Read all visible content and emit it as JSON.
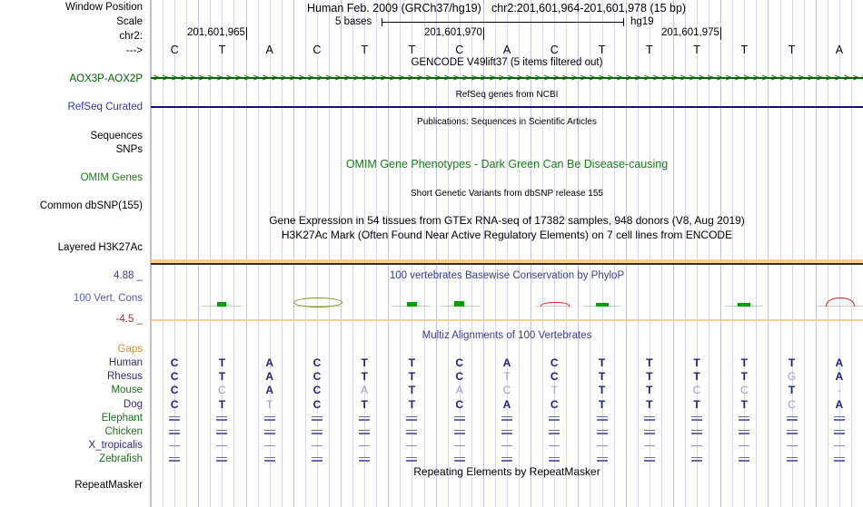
{
  "browser": {
    "assembly_title": "Human Feb. 2009 (GRCh37/hg19)",
    "position": "chr2:201,601,964-201,601,978 (15 bp)",
    "scale_label": "5 bases",
    "assembly_short": "hg19",
    "chrom_label": "chr2:",
    "strand_label": "--->",
    "window_position_label": "Window Position",
    "scale_row_label": "Scale"
  },
  "ruler": {
    "bases": [
      "C",
      "T",
      "A",
      "C",
      "T",
      "T",
      "C",
      "A",
      "C",
      "T",
      "T",
      "T",
      "T",
      "T",
      "A"
    ],
    "tick_labels": [
      "201,601,965",
      "201,601,970",
      "201,601,975"
    ],
    "tick_base_index": [
      1,
      6,
      11
    ]
  },
  "tracks": [
    {
      "name": "gencode",
      "label": "",
      "label_color": "#000000",
      "text": "GENCODE V49lift37 (5 items filtered out)",
      "text_color": "#000000",
      "text_size": 11.5
    },
    {
      "name": "aox3p-aox2p",
      "label": "AOX3P-AOX2P",
      "label_color": "#006400",
      "text": "",
      "text_color": "#006400",
      "text_size": 11.5
    },
    {
      "name": "refseq-ncbi",
      "label": "",
      "label_color": "#000000",
      "text": "RefSeq genes from NCBI",
      "text_color": "#000000",
      "text_size": 10
    },
    {
      "name": "refseq-curated",
      "label": "RefSeq Curated",
      "label_color": "#3333bb",
      "text": "",
      "text_color": "#000000",
      "text_size": 11.5
    },
    {
      "name": "publications",
      "label": "",
      "label_color": "#000000",
      "text": "Publications: Sequences in Scientific Articles",
      "text_color": "#000000",
      "text_size": 10
    },
    {
      "name": "sequences",
      "label": "Sequences",
      "label_color": "#000000",
      "text": "",
      "text_color": "#000000",
      "text_size": 11.5
    },
    {
      "name": "snps",
      "label": "SNPs",
      "label_color": "#000000",
      "text": "",
      "text_color": "#000000",
      "text_size": 11.5
    },
    {
      "name": "omim-genes",
      "label": "OMIM Genes",
      "label_color": "#1a7a1a",
      "text": "OMIM Gene Phenotypes - Dark Green Can Be Disease-causing",
      "text_color": "#1a7a1a",
      "text_size": 12.5
    },
    {
      "name": "common-dbsnp",
      "label": "Common dbSNP(155)",
      "label_color": "#000000",
      "text": "Short Genetic Variants from dbSNP release 155",
      "text_color": "#000000",
      "text_size": 10
    },
    {
      "name": "gtex",
      "label": "",
      "label_color": "#000000",
      "text": "Gene Expression in 54 tissues from GTEx RNA-seq of 17382 samples, 948 donors (V8, Aug 2019)",
      "text_color": "#000000",
      "text_size": 12
    },
    {
      "name": "layered-h3k27ac",
      "label": "Layered H3K27Ac",
      "label_color": "#000000",
      "text": "H3K27Ac Mark (Often Found Near Active Regulatory Elements) on 7 cell lines from ENCODE",
      "text_color": "#000000",
      "text_size": 12
    },
    {
      "name": "cons-100vert",
      "label": "100 Vert. Cons",
      "label_color": "#5b5bbb",
      "text": "100 vertebrates Basewise Conservation by PhyloP",
      "text_color": "#3a3a9e",
      "text_size": 11.5
    },
    {
      "name": "multiz",
      "label": "",
      "label_color": "#000000",
      "text": "Multiz Alignments of 100 Vertebrates",
      "text_color": "#3a3a9e",
      "text_size": 11.5
    },
    {
      "name": "repeatmasker",
      "label": "RepeatMasker",
      "label_color": "#000000",
      "text": "Repeating Elements by RepeatMasker",
      "text_color": "#000000",
      "text_size": 12
    }
  ],
  "conservation": {
    "max_label": "4.88 _",
    "min_label": "-4.5 _",
    "max_color": "#3a3a9e",
    "min_color": "#a03030",
    "positive_color": "#00a000",
    "negative_color": "#e02020",
    "marks": [
      {
        "base_index": 1,
        "sign": "pos",
        "height": 5,
        "width": 10,
        "spread": 44
      },
      {
        "base_index": 3,
        "sign": "pos",
        "height": 9,
        "width": 52,
        "spread": 52,
        "ellipse": true
      },
      {
        "base_index": 5,
        "sign": "pos",
        "height": 5,
        "width": 11,
        "spread": 44
      },
      {
        "base_index": 6,
        "sign": "pos",
        "height": 6,
        "width": 11,
        "spread": 44
      },
      {
        "base_index": 8,
        "sign": "neg",
        "height": 4,
        "width": 30,
        "spread": 40
      },
      {
        "base_index": 9,
        "sign": "pos",
        "height": 4,
        "width": 14,
        "spread": 42
      },
      {
        "base_index": 12,
        "sign": "pos",
        "height": 4,
        "width": 14,
        "spread": 42
      },
      {
        "base_index": 14,
        "sign": "neg",
        "height": 9,
        "width": 30,
        "spread": 52
      }
    ]
  },
  "alignment": {
    "gaps_label": "Gaps",
    "gaps_color": "#e08a20",
    "species": [
      {
        "name": "Human",
        "color": "#2a2a8a",
        "kind": "bases",
        "bases": [
          "C",
          "T",
          "A",
          "C",
          "T",
          "T",
          "C",
          "A",
          "C",
          "T",
          "T",
          "T",
          "T",
          "T",
          "A"
        ],
        "mismatch": []
      },
      {
        "name": "Rhesus",
        "color": "#2a2a8a",
        "kind": "bases",
        "bases": [
          "C",
          "T",
          "A",
          "C",
          "T",
          "T",
          "C",
          "T",
          "C",
          "T",
          "T",
          "T",
          "T",
          "G",
          "A"
        ],
        "mismatch": [
          7,
          13
        ]
      },
      {
        "name": "Mouse",
        "color": "#1a6e1a",
        "kind": "bases",
        "bases": [
          "C",
          "C",
          "A",
          "C",
          "A",
          "T",
          "A",
          "C",
          "T",
          "T",
          "T",
          "C",
          "C",
          "T",
          "-"
        ],
        "mismatch": [
          1,
          4,
          6,
          7,
          8,
          11,
          12,
          14
        ]
      },
      {
        "name": "Dog",
        "color": "#2a2a8a",
        "kind": "bases",
        "bases": [
          "C",
          "T",
          "T",
          "C",
          "T",
          "T",
          "C",
          "A",
          "C",
          "T",
          "T",
          "T",
          "T",
          "C",
          "A"
        ],
        "mismatch": [
          2,
          13
        ]
      },
      {
        "name": "Elephant",
        "color": "#1a6e1a",
        "kind": "double"
      },
      {
        "name": "Chicken",
        "color": "#1a6e1a",
        "kind": "double"
      },
      {
        "name": "X_tropicalis",
        "color": "#2a2a8a",
        "kind": "single"
      },
      {
        "name": "Zebrafish",
        "color": "#1a6e1a",
        "kind": "double"
      }
    ]
  }
}
